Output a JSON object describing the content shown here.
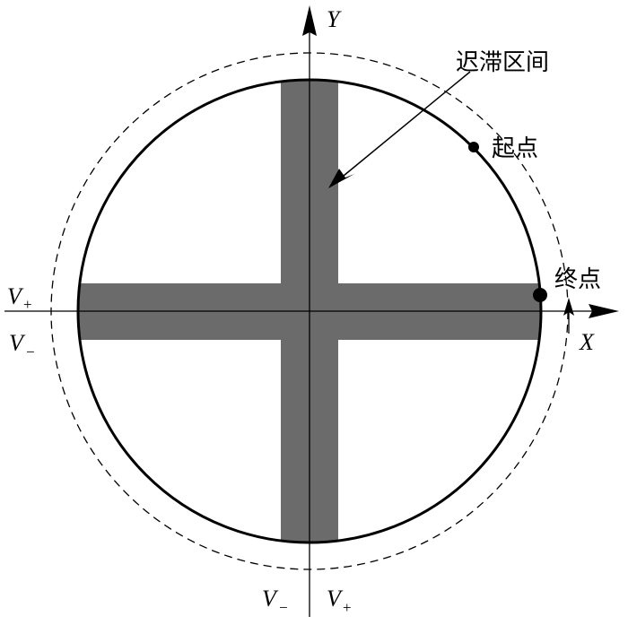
{
  "axes": {
    "x_label": "X",
    "y_label": "Y"
  },
  "labels": {
    "hysteresis": "迟滞区间",
    "start": "起点",
    "end": "终点"
  },
  "voltage": {
    "left_upper": {
      "base": "V",
      "sign": "+"
    },
    "left_lower": {
      "base": "V",
      "sign": "−"
    },
    "bottom_left": {
      "base": "V",
      "sign": "−"
    },
    "bottom_right": {
      "base": "V",
      "sign": "+"
    }
  },
  "colors": {
    "band_fill": "#6b6b6b",
    "stroke": "#000000",
    "background": "#ffffff"
  }
}
